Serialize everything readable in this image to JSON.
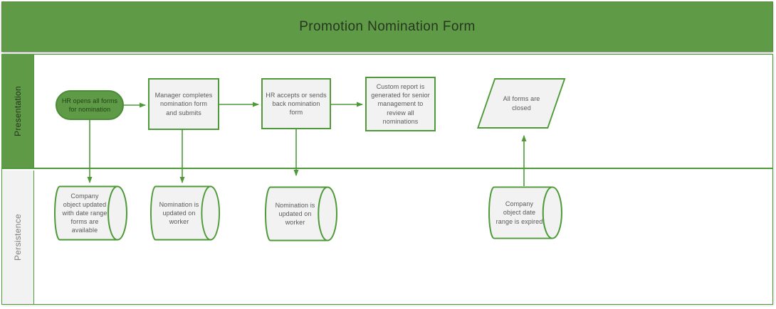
{
  "title": "Promotion Nomination Form",
  "lanes": [
    {
      "label": "Presentation"
    },
    {
      "label": "Persistence"
    }
  ],
  "nodes": {
    "start": {
      "shape": "terminator",
      "text": "HR opens all forms\nfor nomination"
    },
    "manager_completes": {
      "shape": "process",
      "text": "Manager completes\nnomination form\nand submits"
    },
    "hr_accepts": {
      "shape": "process",
      "text": "HR accepts or sends\nback nomination\nform"
    },
    "custom_report": {
      "shape": "process",
      "text": "Custom report is\ngenerated for senior\nmanagement to\nreview all\nnominations"
    },
    "all_forms_closed": {
      "shape": "data-parallelogram",
      "text": "All forms are\nclosed"
    },
    "company_updated": {
      "shape": "storage-cylinder",
      "text": "Company\nobject updated\nwith date range\nforms are\navailable"
    },
    "nomination_updated_1": {
      "shape": "storage-cylinder",
      "text": "Nomination is\nupdated on\nworker"
    },
    "nomination_updated_2": {
      "shape": "storage-cylinder",
      "text": "Nomination is\nupdated on\nworker"
    },
    "company_expired": {
      "shape": "storage-cylinder",
      "text": "Company\nobject date\nrange is expired"
    }
  },
  "edges": [
    {
      "from": "start",
      "to": "manager_completes"
    },
    {
      "from": "manager_completes",
      "to": "hr_accepts"
    },
    {
      "from": "hr_accepts",
      "to": "custom_report"
    },
    {
      "from": "start",
      "to": "company_updated"
    },
    {
      "from": "manager_completes",
      "to": "nomination_updated_1"
    },
    {
      "from": "hr_accepts",
      "to": "nomination_updated_2"
    },
    {
      "from": "company_expired",
      "to": "all_forms_closed"
    }
  ],
  "colors": {
    "green": "#5f9a47",
    "green_dark": "#4b8c36",
    "stroke": "#4e9a39",
    "light_fill": "#f2f2f2",
    "text_gray": "#595959",
    "dark_text": "#26361f",
    "persist_label_text": "#7f8184",
    "stadium_text": "#1d430f"
  }
}
